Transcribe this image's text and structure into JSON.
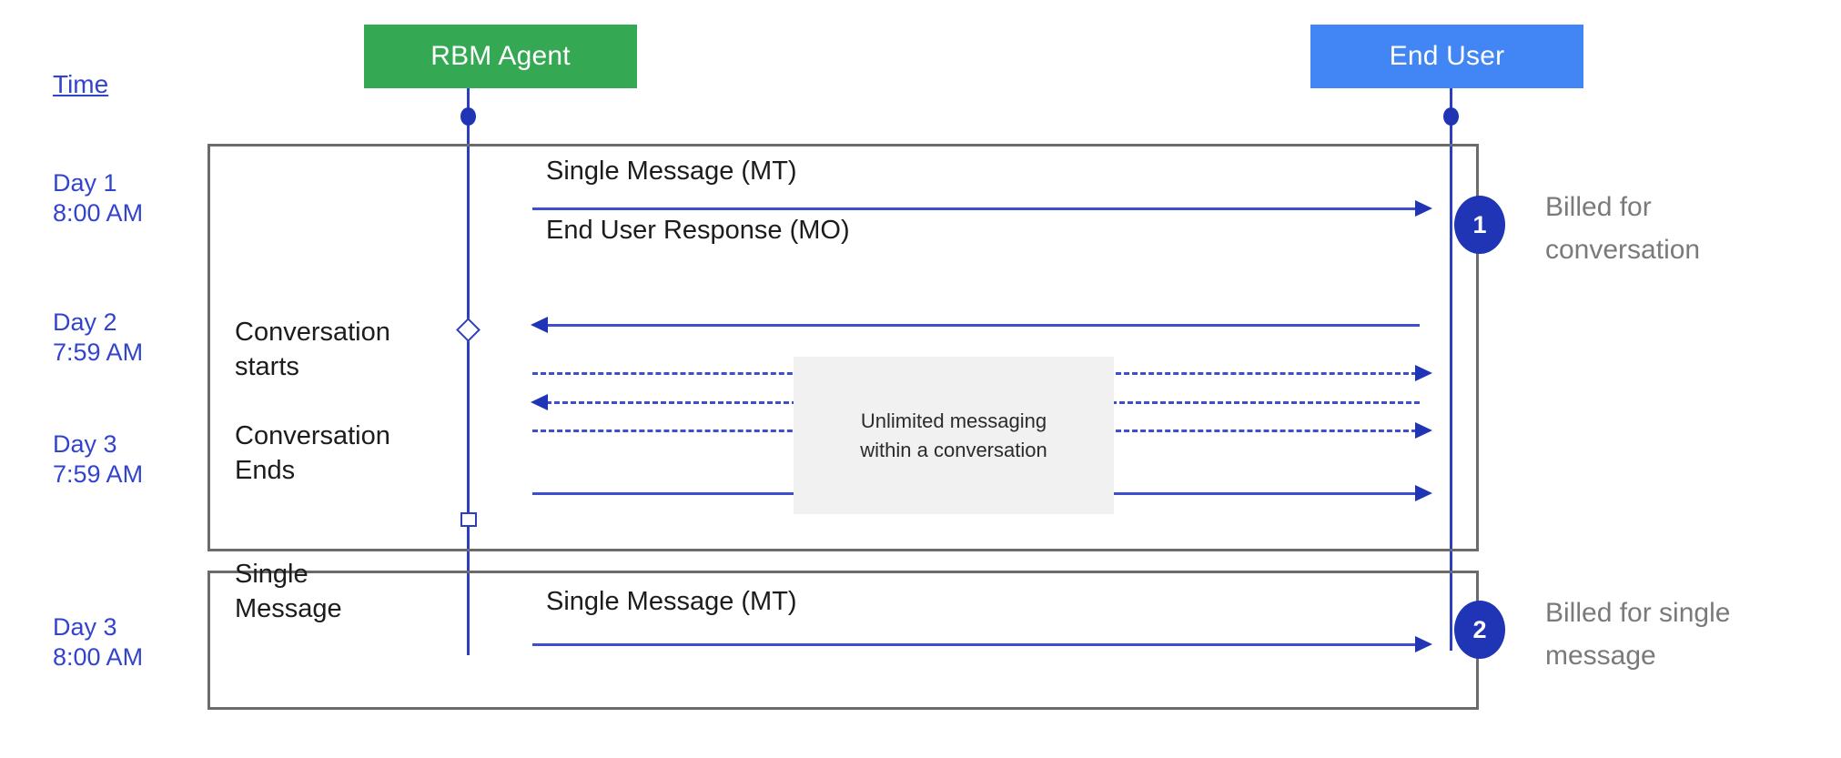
{
  "diagram": {
    "title": "RBM conversation billing sequence",
    "colors": {
      "agent_box": "#34a853",
      "user_box": "#4285f4",
      "time_text": "#3344cc",
      "arrow": "#3d4fd0",
      "badge": "#1f35b5",
      "group_border": "#6b6b6b",
      "note_bg": "#f1f1f1",
      "side_note_text": "#7a7a7a"
    }
  },
  "actors": [
    {
      "id": "rbm-agent",
      "label": "RBM Agent"
    },
    {
      "id": "end-user",
      "label": "End User"
    }
  ],
  "time_column": {
    "heading": "Time",
    "entries": [
      {
        "day": "Day 1",
        "time": "8:00 AM",
        "text": "Day 1\n8:00 AM"
      },
      {
        "day": "Day 2",
        "time": "7:59 AM",
        "text": "Day 2\n7:59 AM"
      },
      {
        "day": "Day 3",
        "time": "7:59 AM",
        "text": "Day 3\n7:59 AM"
      },
      {
        "day": "Day 3",
        "time": "8:00 AM",
        "text": "Day 3\n8:00 AM"
      }
    ]
  },
  "groups": [
    {
      "id": "conversation",
      "captions": [
        {
          "id": "conversation-starts",
          "text": "Conversation\nstarts"
        },
        {
          "id": "conversation-ends",
          "text": "Conversation\nEnds"
        }
      ],
      "messages": [
        {
          "id": "mt-1",
          "label": "Single Message (MT)",
          "direction": "agent-to-user",
          "style": "solid"
        },
        {
          "id": "mo-1",
          "label": "End User Response (MO)",
          "direction": "user-to-agent",
          "style": "solid"
        },
        {
          "id": "dash-1",
          "label": "",
          "direction": "agent-to-user",
          "style": "dashed"
        },
        {
          "id": "dash-2",
          "label": "",
          "direction": "user-to-agent",
          "style": "dashed"
        },
        {
          "id": "dash-3",
          "label": "",
          "direction": "agent-to-user",
          "style": "dashed"
        },
        {
          "id": "mt-last",
          "label": "",
          "direction": "agent-to-user",
          "style": "solid"
        }
      ],
      "note": "Unlimited messaging\nwithin a conversation",
      "badge": "1",
      "side_note": "Billed for\nconversation"
    },
    {
      "id": "single-message",
      "captions": [
        {
          "id": "single-message",
          "text": "Single\nMessage"
        }
      ],
      "messages": [
        {
          "id": "mt-2",
          "label": "Single Message (MT)",
          "direction": "agent-to-user",
          "style": "solid"
        }
      ],
      "badge": "2",
      "side_note": "Billed for single\nmessage"
    }
  ]
}
